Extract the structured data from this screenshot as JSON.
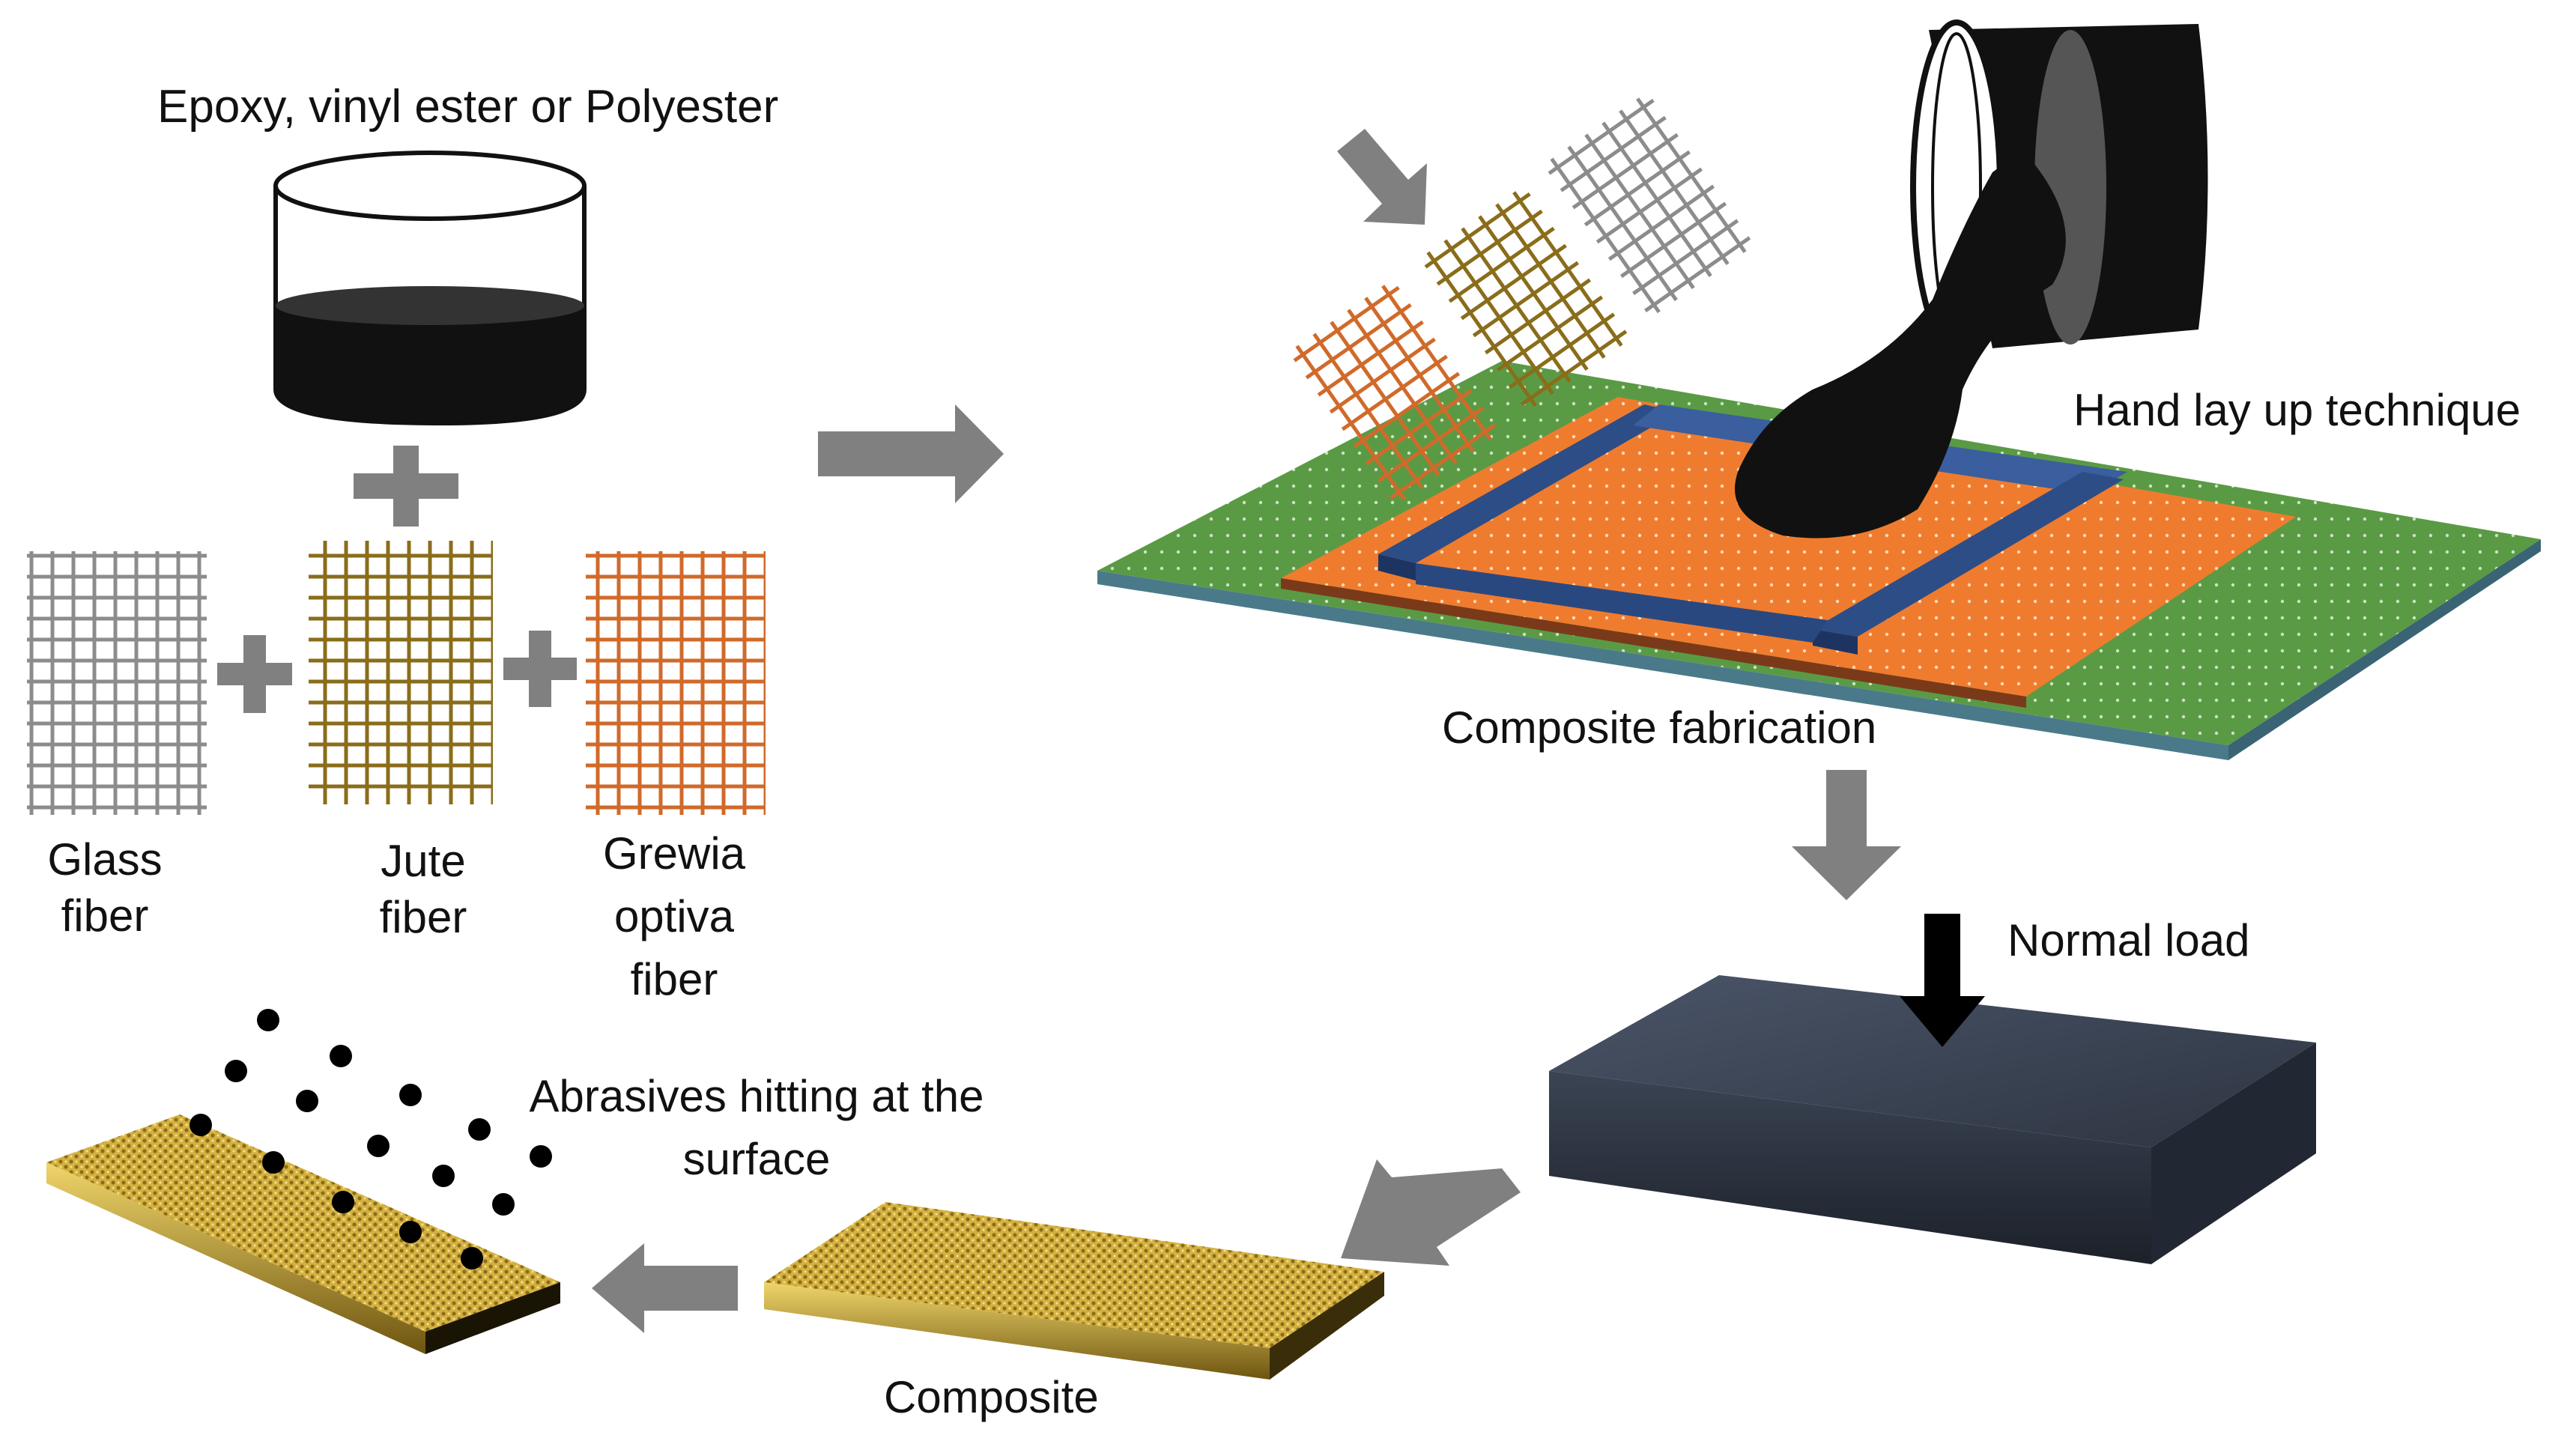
{
  "labels": {
    "resin": "Epoxy, vinyl ester or Polyester",
    "glass": [
      "Glass",
      "fiber"
    ],
    "jute": [
      "Jute",
      "fiber"
    ],
    "grewia": [
      "Grewia",
      "optiva",
      "fiber"
    ],
    "hand_lay_up": "Hand lay up technique",
    "composite_fabrication": "Composite fabrication",
    "normal_load": "Normal load",
    "abrasives": [
      "Abrasives hitting at the",
      "surface"
    ],
    "composite": "Composite"
  },
  "colors": {
    "glass_fiber": "#8c8c8c",
    "jute_fiber": "#8a6d1a",
    "grewia_fiber": "#d06a2a",
    "arrow": "#808080",
    "mould_green": "#5a9a45",
    "fiber_mat_orange": "#ef7c2e",
    "frame_blue": "#2d4d86",
    "resin_black": "#111111",
    "load_block": "#2e3542",
    "composite_gold": "#d4b040"
  },
  "icons": {
    "resin_container": "beaker-icon",
    "pouring_bucket": "bucket-icon",
    "arrows": "arrow-icon",
    "plus": "plus-icon"
  }
}
